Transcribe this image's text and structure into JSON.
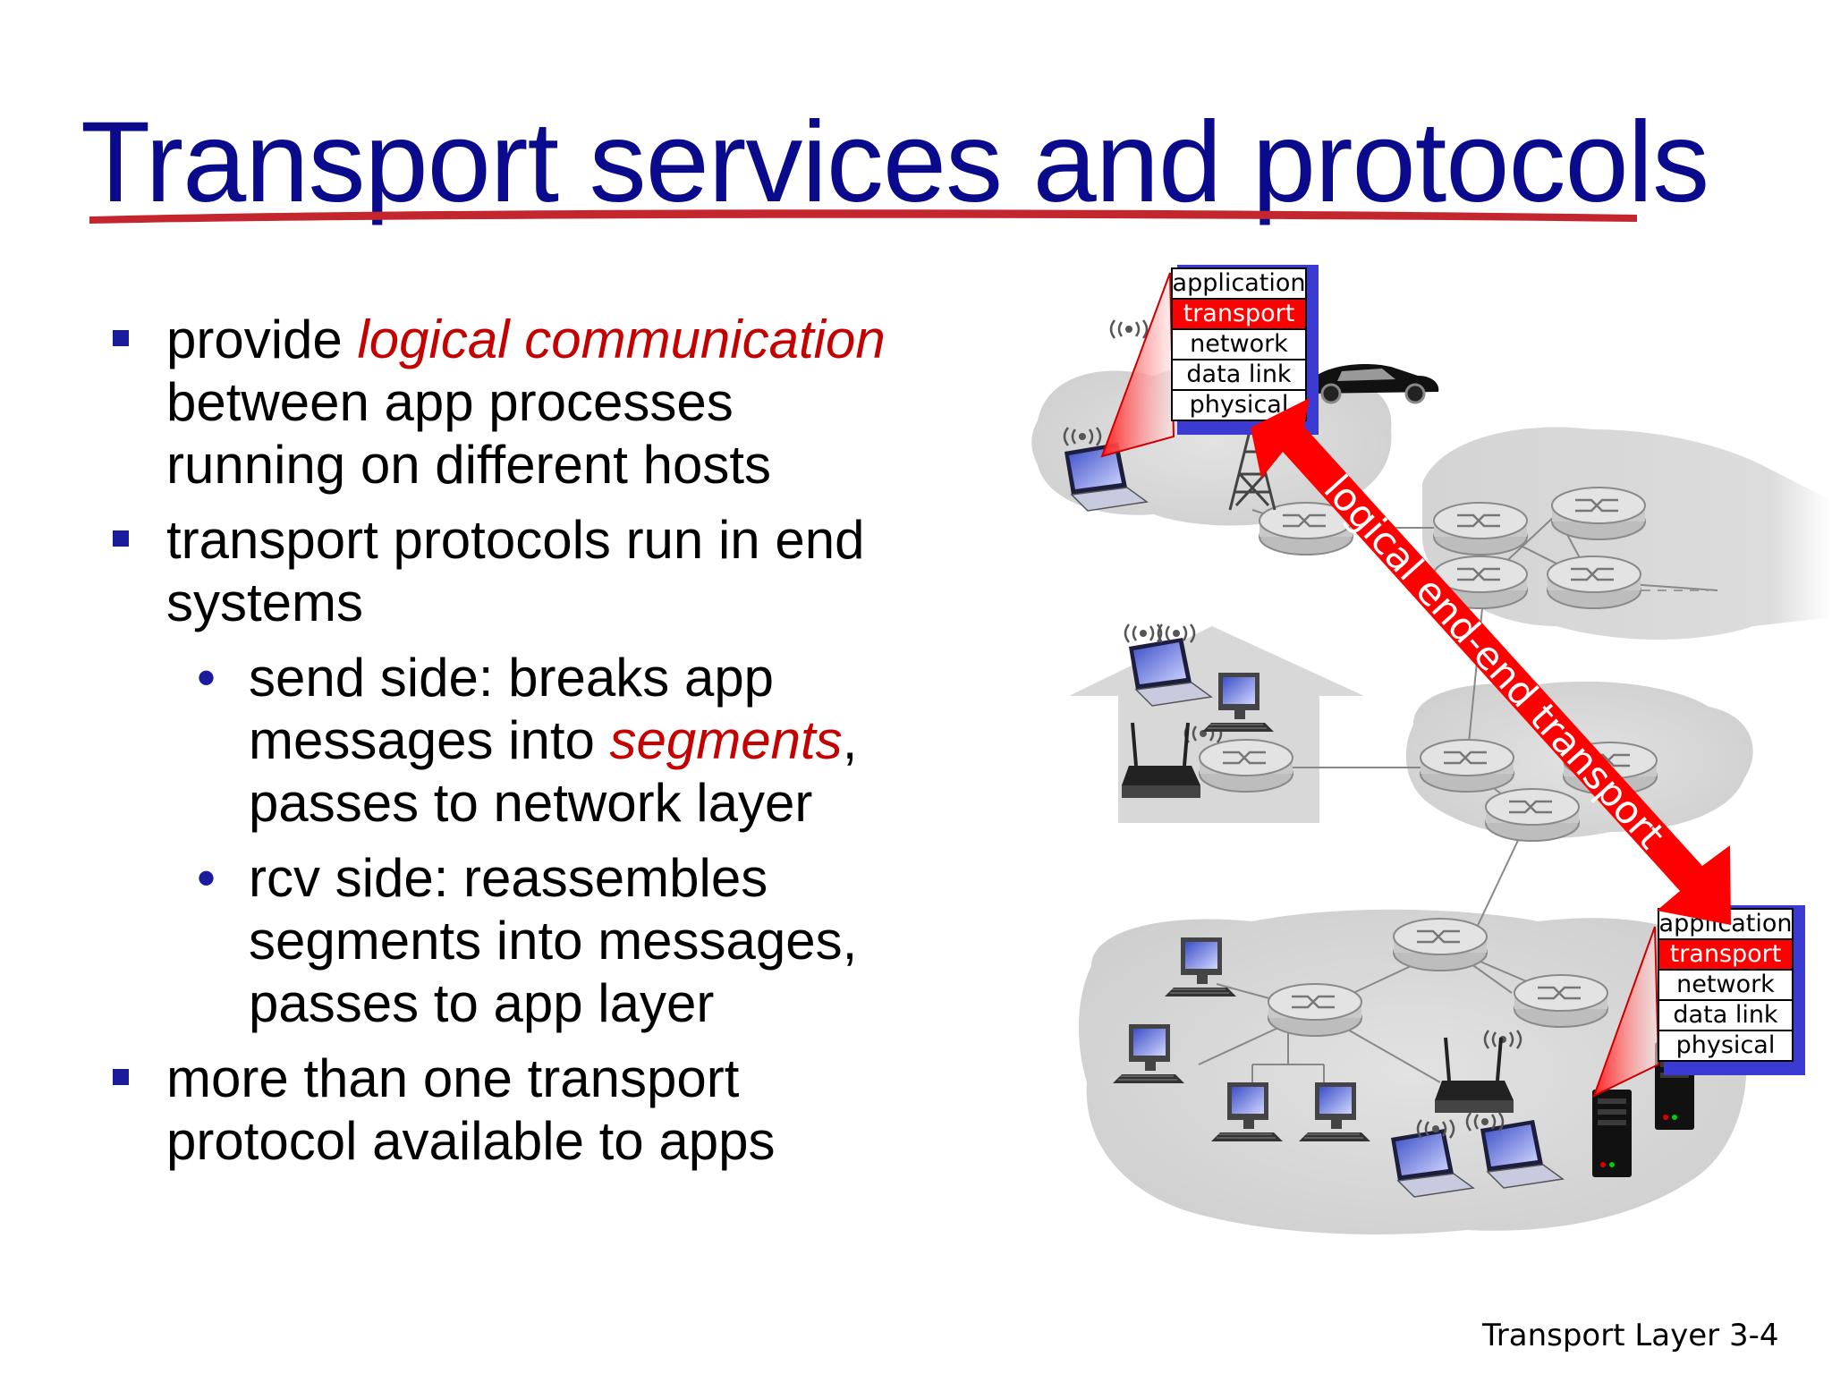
{
  "title": "Transport services and protocols",
  "bullets": [
    {
      "parts": [
        "provide ",
        "logical communication",
        " between app processes running on different hosts"
      ]
    },
    {
      "text": "transport protocols run in end systems"
    },
    {
      "text": "more than one transport protocol available to apps"
    }
  ],
  "sub_bullets": [
    {
      "parts": [
        "send side: breaks app messages into ",
        "segments",
        ", passes to network layer"
      ]
    },
    {
      "text": "rcv side: reassembles segments into messages, passes to app layer"
    }
  ],
  "diagram": {
    "stack_top": [
      "application",
      "transport",
      "network",
      "data link",
      "physical"
    ],
    "stack_bottom": [
      "application",
      "transport",
      "network",
      "data link",
      "physical"
    ],
    "arrow_label": "logical end-end transport"
  },
  "footer": {
    "label": "Transport Layer",
    "page": "3-4"
  },
  "colors": {
    "title": "#0a0a8c",
    "accent": "#c40000",
    "arrow": "#ff0000",
    "bullet": "#1b1b9e"
  }
}
